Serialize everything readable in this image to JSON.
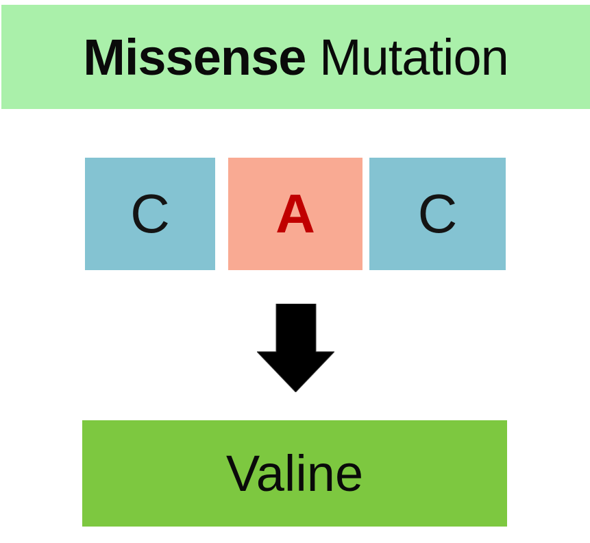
{
  "slide": {
    "title": {
      "highlight": "Missense",
      "rest": " Mutation"
    },
    "codon": {
      "bases": [
        {
          "letter": "C",
          "mutated": false
        },
        {
          "letter": "A",
          "mutated": true
        },
        {
          "letter": "C",
          "mutated": false
        }
      ]
    },
    "arrow": {
      "icon": "down-arrow-icon",
      "direction": "down"
    },
    "result": {
      "amino_acid": "Valine"
    },
    "colors": {
      "title_background": "#aaf0aa",
      "base_background": "#84c3d2",
      "mutated_base_background": "#f9aa93",
      "mutated_letter": "#c00000",
      "result_background": "#7dc840",
      "arrow": "#000000",
      "text": "#0a0a0a"
    }
  }
}
